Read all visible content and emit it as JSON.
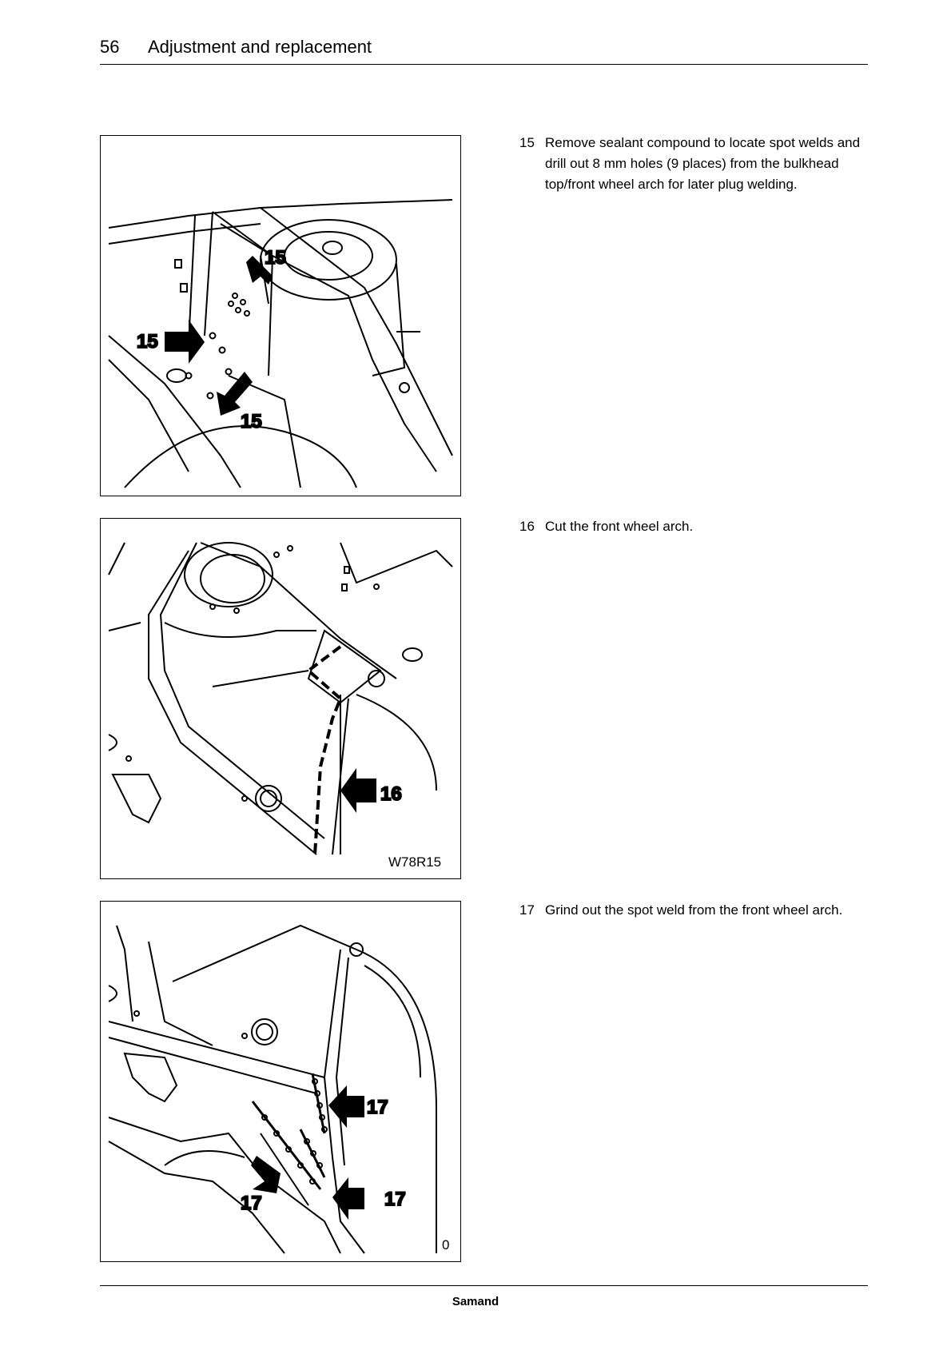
{
  "header": {
    "page_number": "56",
    "title": "Adjustment and replacement"
  },
  "figures": [
    {
      "callouts": [
        "15",
        "15",
        "15"
      ],
      "code": ""
    },
    {
      "callouts": [
        "16"
      ],
      "code": "W78R15"
    },
    {
      "callouts": [
        "17",
        "17",
        "17"
      ],
      "code": "0"
    }
  ],
  "steps": [
    {
      "number": "15",
      "text": "Remove sealant compound to locate spot welds and drill out 8 mm holes (9 places) from the bulkhead top/front wheel arch for later plug welding."
    },
    {
      "number": "16",
      "text": "Cut the front wheel arch."
    },
    {
      "number": "17",
      "text": "Grind out the spot weld from the front wheel arch."
    }
  ],
  "footer": {
    "brand": "Samand"
  }
}
